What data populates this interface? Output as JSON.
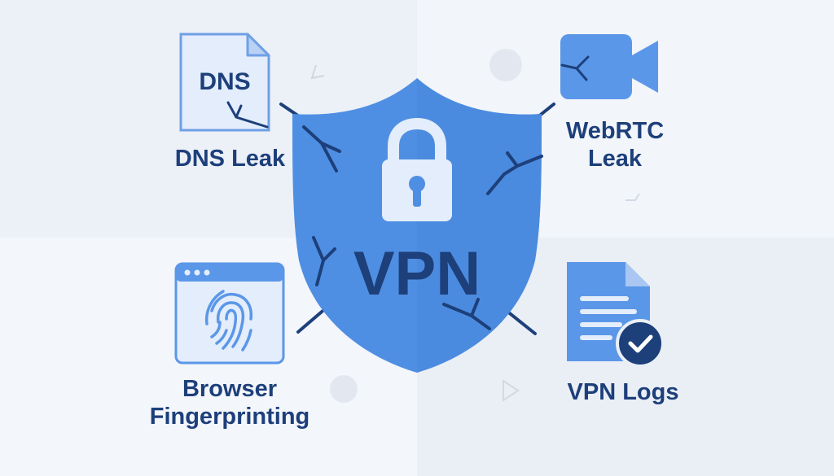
{
  "labels": {
    "dns_leak": "DNS Leak",
    "webrtc_leak_line1": "WebRTC",
    "webrtc_leak_line2": "Leak",
    "browser_line1": "Browser",
    "browser_line2": "Fingerprinting",
    "vpn_logs": "VPN Logs"
  },
  "dns_doc_text": "DNS",
  "shield_text": "VPN",
  "icons": {
    "dns": "dns-document-icon",
    "webrtc": "video-camera-icon",
    "browser": "browser-fingerprint-icon",
    "logs": "document-check-icon",
    "center": "shield-lock-icon"
  },
  "colors": {
    "shield": "#4f8fe3",
    "dark_blue": "#1d3f7a",
    "icon_blue": "#5b97e8",
    "light_fill": "#e3edfb"
  }
}
